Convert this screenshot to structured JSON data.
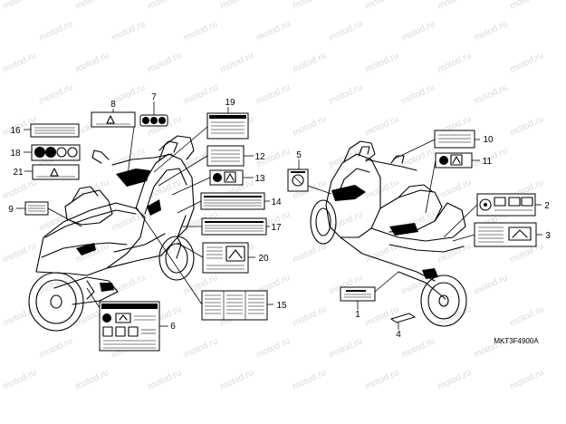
{
  "watermark": "motod.ru",
  "diagram_code": "MKT3F4900A",
  "callouts": [
    "1",
    "2",
    "3",
    "4",
    "5",
    "6",
    "7",
    "8",
    "9",
    "10",
    "11",
    "12",
    "13",
    "14",
    "15",
    "16",
    "17",
    "18",
    "19",
    "20",
    "21"
  ]
}
